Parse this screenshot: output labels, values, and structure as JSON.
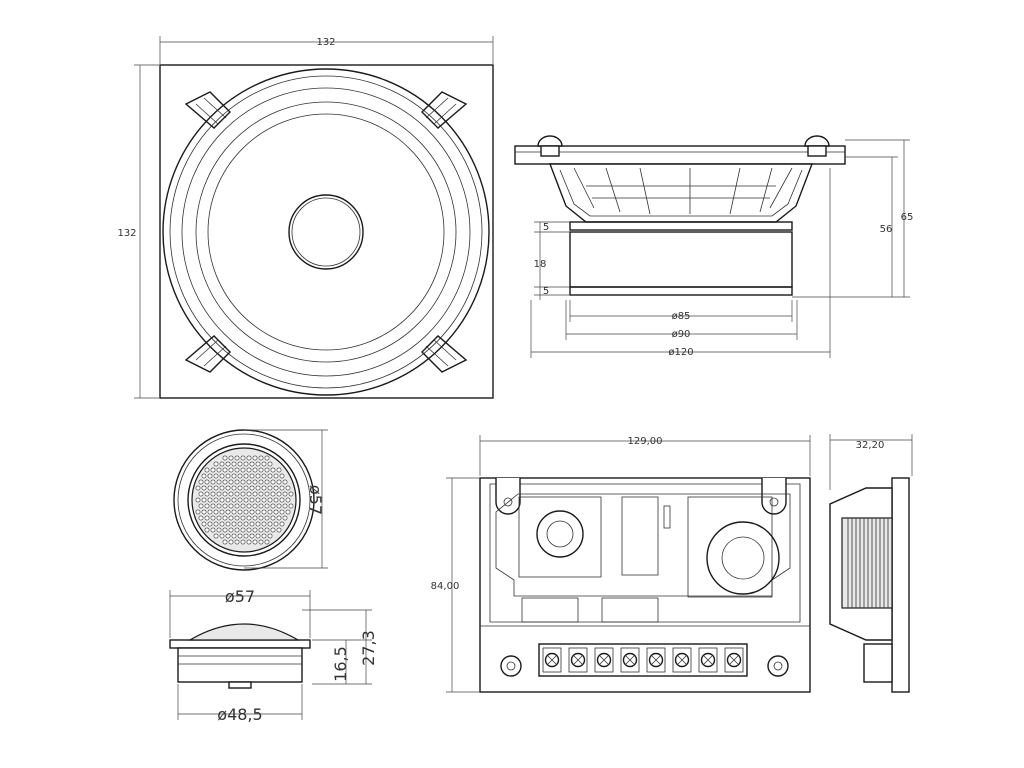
{
  "woofer_front": {
    "width_label": "132",
    "height_label": "132"
  },
  "woofer_side": {
    "height_total_label": "65",
    "height_body_label": "56",
    "magnet_height_label": "18",
    "small_offset_top_label": "5",
    "small_offset_bottom_label": "5",
    "magnet_dia_label": "ø85",
    "basket_dia_label": "ø90",
    "frame_dia_label": "ø120"
  },
  "tweeter": {
    "front_dia_label": "ø57",
    "side_dia_label": "ø57",
    "height_total_label": "27,3",
    "height_body_label": "16,5",
    "base_dia_label": "ø48,5"
  },
  "crossover": {
    "width_label": "129,00",
    "height_label": "84,00",
    "depth_label": "32,20"
  }
}
